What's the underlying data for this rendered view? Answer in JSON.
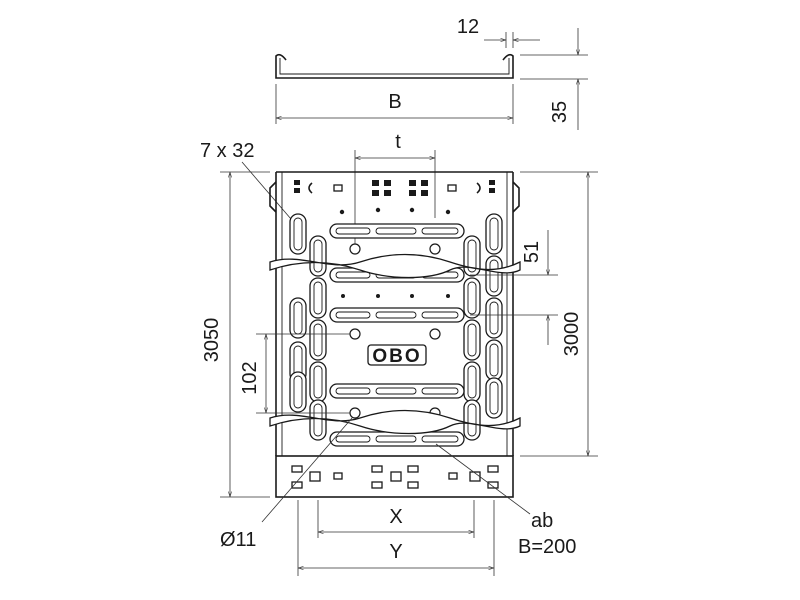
{
  "labels": {
    "dim_12": "12",
    "dim_B": "B",
    "dim_35": "35",
    "dim_t": "t",
    "dim_7x32": "7 x 32",
    "dim_51": "51",
    "dim_3050": "3050",
    "dim_3000": "3000",
    "dim_102": "102",
    "brand": "OBO",
    "dim_d11": "Ø11",
    "dim_X": "X",
    "dim_Y": "Y",
    "dim_ab": "ab",
    "dim_B200": "B=200"
  },
  "colors": {
    "ink": "#1a1a1a",
    "background": "#ffffff"
  }
}
